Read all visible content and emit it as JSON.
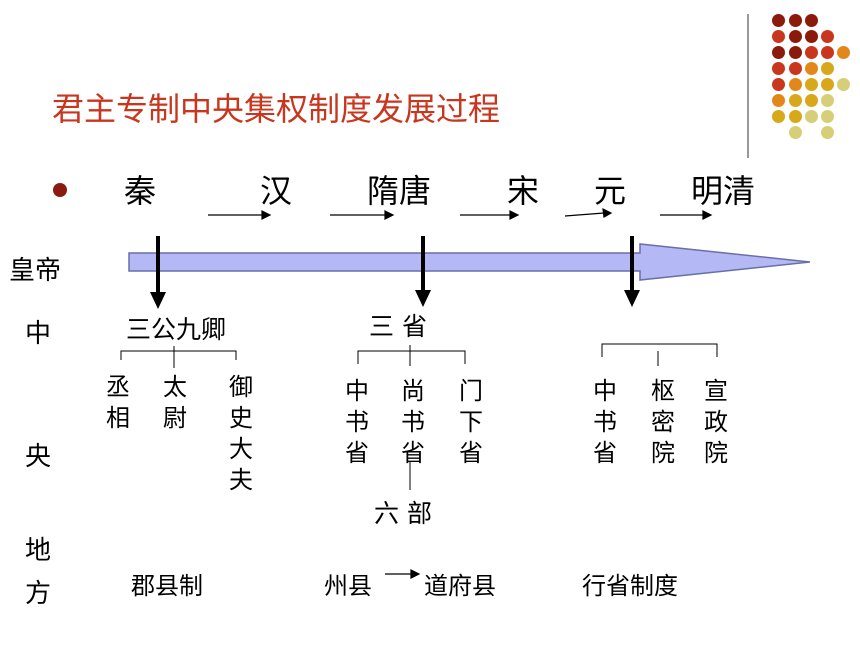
{
  "title": "君主专制中央集权制度发展过程",
  "bullet_color": "#8b1a12",
  "eras": [
    "秦",
    "汉",
    "隋唐",
    "宋",
    "元",
    "明清"
  ],
  "row_labels": {
    "emperor": "皇帝",
    "central_1": "中",
    "central_2": "央",
    "local_1": "地",
    "local_2": "方"
  },
  "qin": {
    "heading": "三公九卿",
    "offices": [
      "丞相",
      "太尉",
      "御史大夫"
    ]
  },
  "suitang": {
    "heading": "三 省",
    "offices": [
      "中书省",
      "尚书省",
      "门下省"
    ],
    "sub": "六 部"
  },
  "yuan": {
    "offices": [
      "中书省",
      "枢密院",
      "宣政院"
    ]
  },
  "local": {
    "qin": "郡县制",
    "suitang_from": "州县",
    "suitang_to": "道府县",
    "yuan": "行省制度"
  },
  "colors": {
    "title": "#c8361e",
    "arrow_fill": "#b4b8f4",
    "dot_dark": "#8b1a0c",
    "dot_red": "#c8361e",
    "dot_orange": "#e2881a",
    "dot_gold": "#d6a81a",
    "dot_pale": "#d6cf78"
  }
}
